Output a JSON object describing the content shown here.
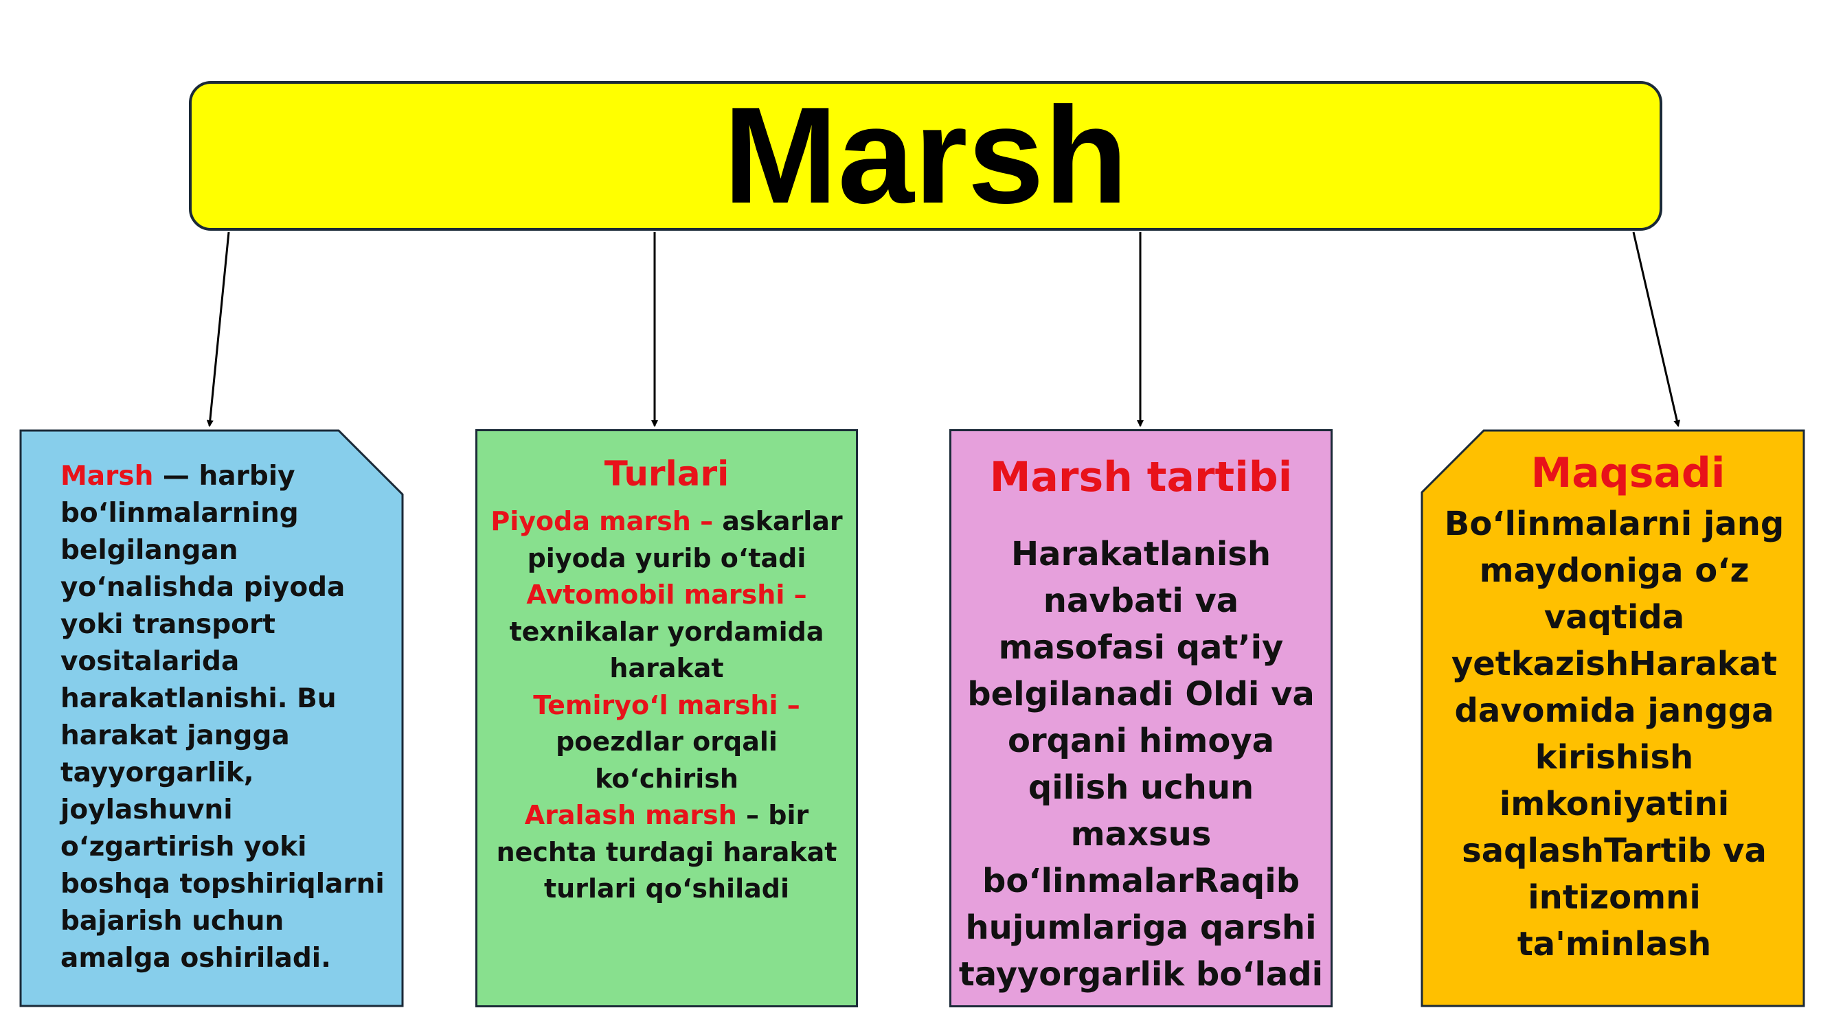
{
  "title": "Marsh",
  "colors": {
    "title_fill": "#ffff00",
    "card1_fill": "#87ceeb",
    "card2_fill": "#88e08e",
    "card3_fill": "#e6a0dc",
    "card4_fill": "#ffc000",
    "accent_red": "#e8121a",
    "border": "#1b2a38"
  },
  "card1": {
    "term": "Marsh",
    "definition": " — harbiy bo‘linmalarning belgilangan yo‘nalishda piyoda yoki transport vositalarida harakatlanishi. Bu harakat jangga tayyorgarlik, joylashuvni o‘zgartirish yoki boshqa topshiriqlarni bajarish uchun amalga oshiriladi."
  },
  "card2": {
    "heading": "Turlari",
    "items": [
      {
        "name": "Piyoda marsh –",
        "desc": " askarlar piyoda yurib o‘tadi"
      },
      {
        "name": "Avtomobil marshi –",
        "desc": " texnikalar yordamida harakat"
      },
      {
        "name": "Temiryo‘l marshi –",
        "desc": " poezdlar orqali ko‘chirish"
      },
      {
        "name": "Aralash marsh",
        "desc": " – bir nechta turdagi harakat turlari qo‘shiladi"
      }
    ]
  },
  "card3": {
    "heading": "Marsh tartibi",
    "body": "Harakatlanish navbati va masofasi qat’iy belgilanadi Oldi va orqani himoya qilish uchun maxsus bo‘linmalarRaqib hujumlariga qarshi tayyorgarlik bo‘ladi"
  },
  "card4": {
    "heading": "Maqsadi",
    "body": "Bo‘linmalarni jang maydoniga o‘z vaqtida yetkazishHarakat davomida jangga kirishish imkoniyatini saqlashTartib va intizomni ta'minlash"
  }
}
